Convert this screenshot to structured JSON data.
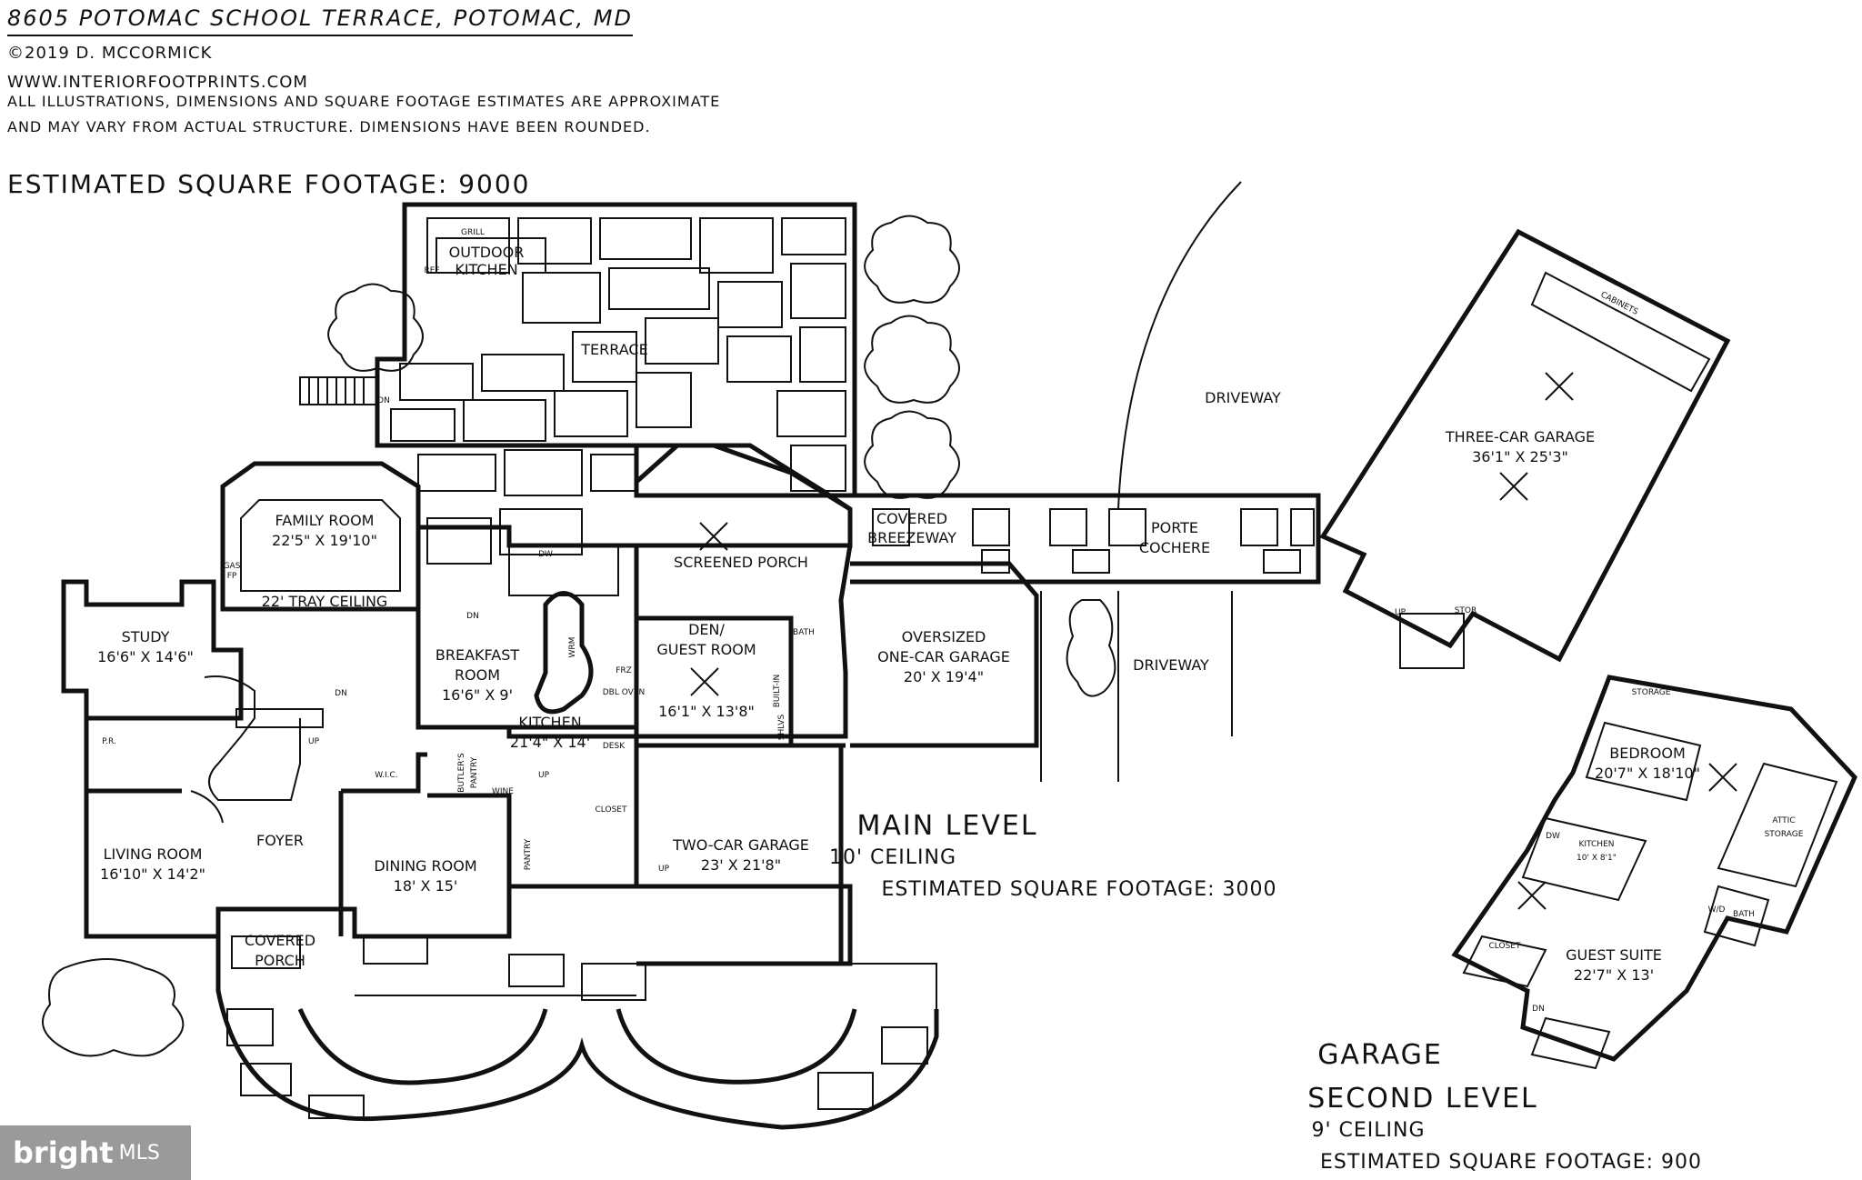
{
  "header": {
    "title": "8605 POTOMAC SCHOOL TERRACE, POTOMAC, MD",
    "copyright": "©2019 D. MCCORMICK",
    "website": "WWW.INTERIORFOOTPRINTS.COM",
    "disclaimer_1": "ALL ILLUSTRATIONS, DIMENSIONS AND SQUARE FOOTAGE ESTIMATES ARE APPROXIMATE",
    "disclaimer_2": "AND MAY VARY FROM ACTUAL STRUCTURE. DIMENSIONS HAVE BEEN ROUNDED.",
    "estimated": "ESTIMATED SQUARE FOOTAGE: 9000"
  },
  "main_level": {
    "title": "MAIN LEVEL",
    "ceiling": "10' CEILING",
    "estimated": "ESTIMATED SQUARE FOOTAGE: 3000"
  },
  "garage_level": {
    "title_1": "GARAGE",
    "title_2": "SECOND LEVEL",
    "ceiling": "9' CEILING",
    "estimated": "ESTIMATED SQUARE FOOTAGE: 900"
  },
  "rooms": {
    "outdoor_kitchen_1": "OUTDOOR",
    "outdoor_kitchen_2": "KITCHEN",
    "grill": "GRILL",
    "ref_ok": "REF",
    "terrace": "TERRACE",
    "driveway_1": "DRIVEWAY",
    "driveway_2": "DRIVEWAY",
    "family_room": "FAMILY ROOM",
    "family_room_dim": "22'5\" X 19'10\"",
    "tray_ceiling": "22' TRAY CEILING",
    "gas_fp_1": "GAS",
    "gas_fp_2": "FP",
    "study": "STUDY",
    "study_dim": "16'6\" X 14'6\"",
    "breakfast_1": "BREAKFAST",
    "breakfast_2": "ROOM",
    "breakfast_dim": "16'6\" X 9'",
    "kitchen": "KITCHEN",
    "kitchen_dim": "21'4\" X 14'",
    "screened_porch": "SCREENED PORCH",
    "den_1": "DEN/",
    "den_2": "GUEST ROOM",
    "den_dim": "16'1\" X 13'8\"",
    "bath": "BATH",
    "covered_breezeway_1": "COVERED",
    "covered_breezeway_2": "BREEZEWAY",
    "porte_1": "PORTE",
    "porte_2": "COCHERE",
    "oversized_1": "OVERSIZED",
    "oversized_2": "ONE-CAR GARAGE",
    "oversized_dim": "20' X 19'4\"",
    "three_car": "THREE-CAR GARAGE",
    "three_car_dim": "36'1\" X 25'3\"",
    "cabinets": "CABINETS",
    "stor": "STOR",
    "pr": "P.R.",
    "living_room": "LIVING ROOM",
    "living_room_dim": "16'10\" X 14'2\"",
    "foyer": "FOYER",
    "wic": "W.I.C.",
    "butlers_1": "BUTLER'S",
    "butlers_2": "PANTRY",
    "wine": "WINE",
    "dining_room": "DINING ROOM",
    "dining_room_dim": "18' X 15'",
    "pantry": "PANTRY",
    "closet": "CLOSET",
    "desk": "DESK",
    "two_car": "TWO-CAR GARAGE",
    "two_car_dim": "23' X 21'8\"",
    "covered_porch_1": "COVERED",
    "covered_porch_2": "PORCH",
    "storage": "STORAGE",
    "bedroom": "BEDROOM",
    "bedroom_dim": "20'7\" X 18'10\"",
    "attic_1": "ATTIC",
    "attic_2": "STORAGE",
    "g_kitchen": "KITCHEN",
    "g_kitchen_dim": "10' X 8'1\"",
    "g_bath": "BATH",
    "wd": "W/D",
    "g_closet": "CLOSET",
    "guest_suite": "GUEST SUITE",
    "guest_suite_dim": "22'7\" X 13'",
    "dn": "DN",
    "up": "UP",
    "dw": "DW",
    "wrm": "WRM",
    "frz": "FRZ",
    "dbl_oven": "DBL OVEN",
    "builtin": "BUILT-IN",
    "shlvs": "SHLVS"
  },
  "badge": {
    "word": "bright",
    "suffix": "MLS"
  }
}
